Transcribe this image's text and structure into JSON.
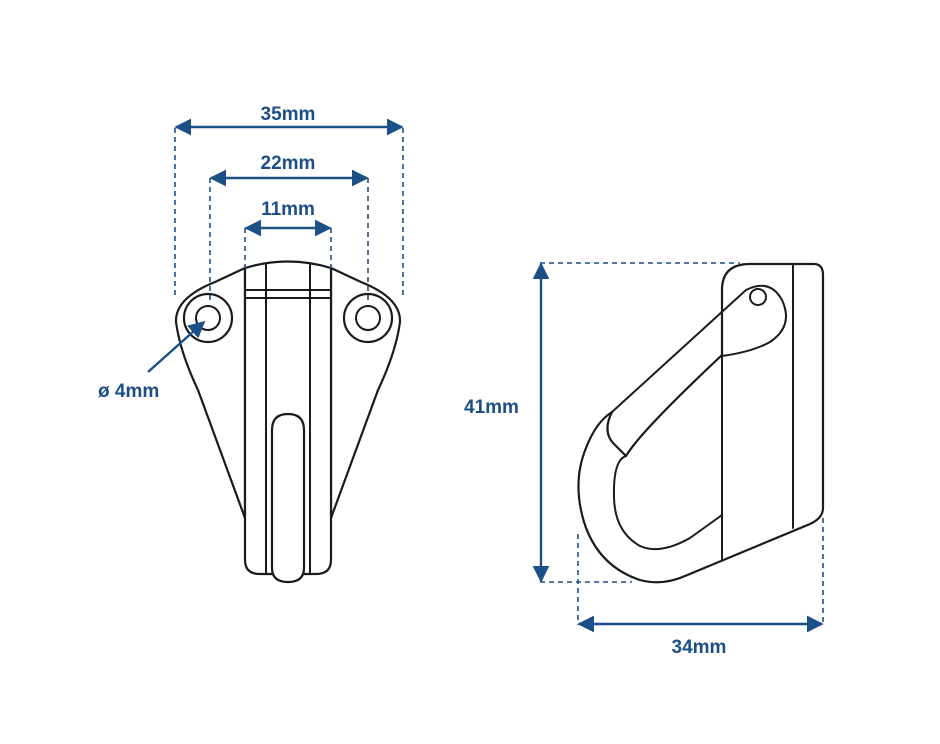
{
  "dimensions": {
    "front_width_outer": "35mm",
    "front_width_holes": "22mm",
    "front_width_hook": "11mm",
    "hole_diameter": "ø 4mm",
    "side_height": "41mm",
    "side_depth": "34mm"
  },
  "colors": {
    "dimension": "#1d4f87",
    "outline": "#1b1b1b",
    "background": "#ffffff"
  }
}
